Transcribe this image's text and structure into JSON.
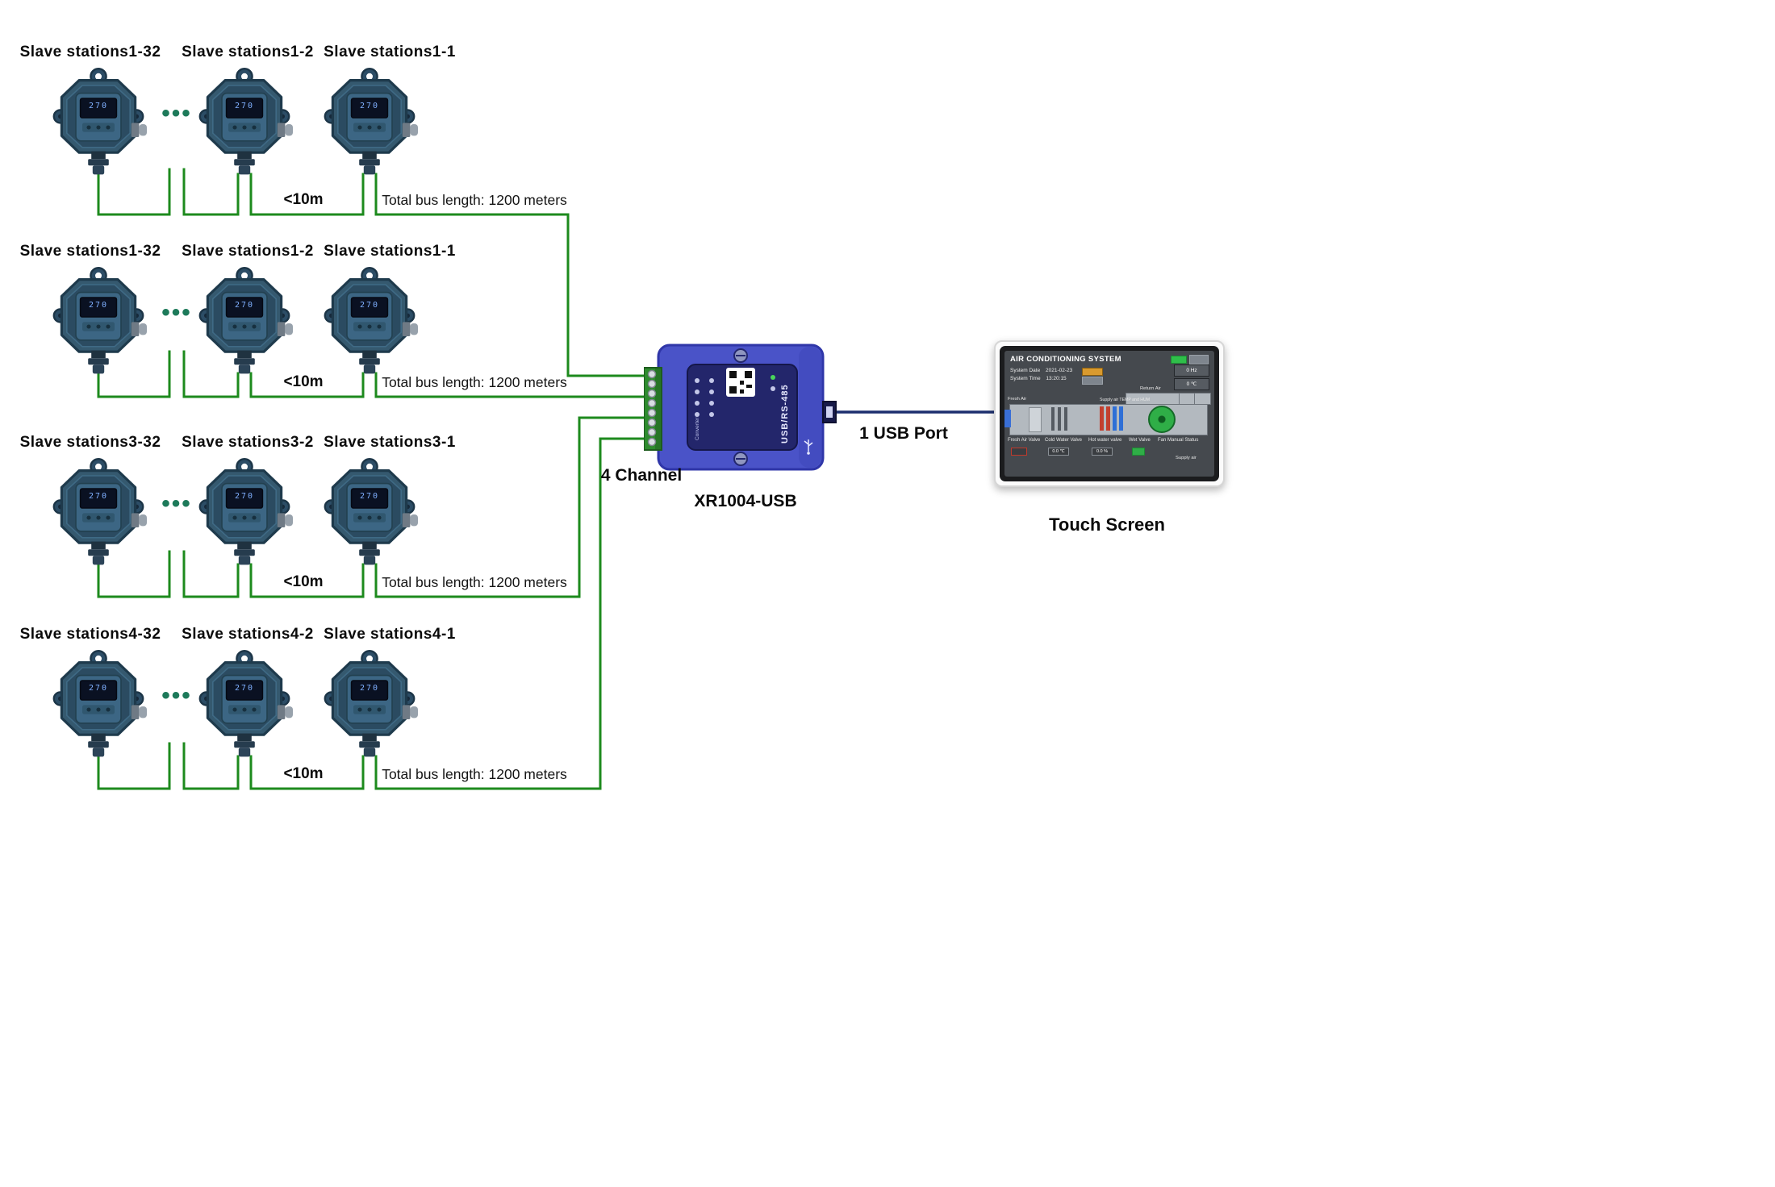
{
  "device": {
    "display": "270"
  },
  "dots_glyph": "•••",
  "rows": [
    {
      "labels": [
        "Slave stations1-32",
        "Slave stations1-2",
        "Slave stations1-1"
      ],
      "distance": "<10m",
      "bus": "Total bus length: 1200 meters"
    },
    {
      "labels": [
        "Slave stations1-32",
        "Slave stations1-2",
        "Slave stations1-1"
      ],
      "distance": "<10m",
      "bus": "Total bus length: 1200 meters"
    },
    {
      "labels": [
        "Slave stations3-32",
        "Slave stations3-2",
        "Slave stations3-1"
      ],
      "distance": "<10m",
      "bus": "Total bus length: 1200 meters"
    },
    {
      "labels": [
        "Slave stations4-32",
        "Slave stations4-2",
        "Slave stations4-1"
      ],
      "distance": "<10m",
      "bus": "Total bus length: 1200 meters"
    }
  ],
  "converter": {
    "channel_label": "4 Channel",
    "model": "XR1004-USB",
    "panel_text": "USB/RS-485",
    "panel_subtext": "Converter",
    "usb_label": "1 USB Port"
  },
  "touch_screen": {
    "caption": "Touch Screen",
    "hmi": {
      "title": "AIR CONDITIONING SYSTEM",
      "date_label": "System Date",
      "date_value": "2021-02-23",
      "time_label": "System Time",
      "time_value": "13:20:15",
      "freq_value": "0 Hz",
      "temp_value": "0 ℃",
      "return_air": "Return Air",
      "fresh_air": "Fresh Air",
      "supply_note": "Supply air TEMP and HUM",
      "supply_air": "Supply air",
      "bottom_labels": [
        "Fresh Air Valve",
        "Cold Water Valve",
        "Hot water valve",
        "Wet Valve",
        "Fan Manual Status"
      ],
      "value_chips": [
        "0.0 ℃",
        "0.0 %"
      ]
    }
  },
  "colors": {
    "wire": "#1d8a1d",
    "usb_wire": "#1c2f6e",
    "converter_body": "#4a53c8"
  }
}
